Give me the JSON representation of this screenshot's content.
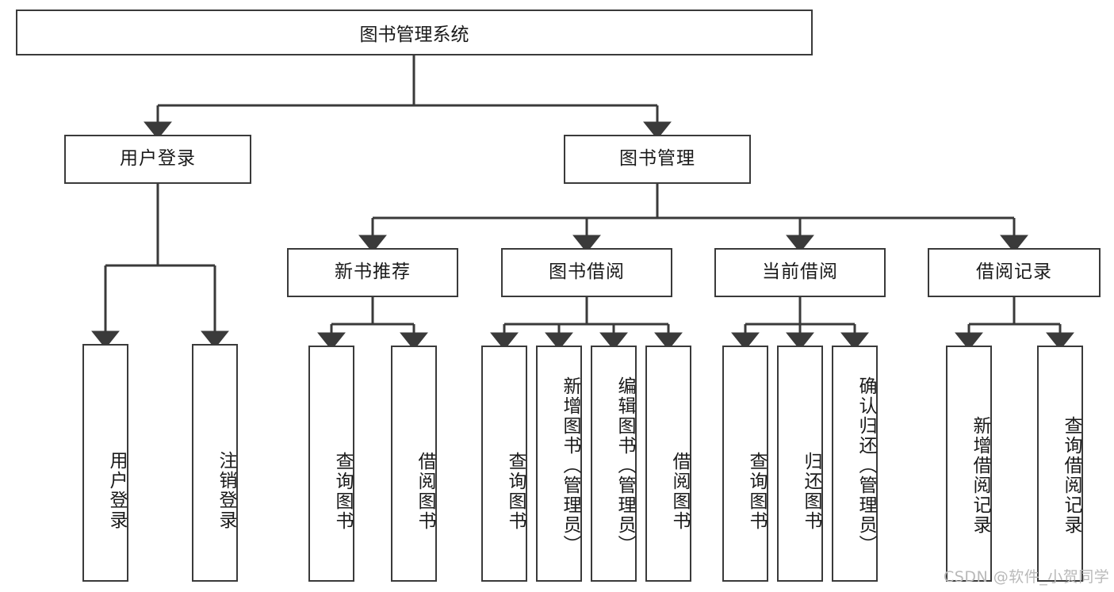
{
  "diagram": {
    "type": "tree",
    "title": "图书管理系统",
    "style": {
      "box_border_color": "#3a3a3a",
      "box_fill": "#ffffff",
      "edge_color": "#3a3a3a",
      "text_color": "#1a1a1a",
      "background": "#ffffff"
    },
    "root": {
      "label": "图书管理系统"
    },
    "level2": [
      {
        "label": "用户登录"
      },
      {
        "label": "图书管理"
      }
    ],
    "level3": [
      {
        "label": "新书推荐"
      },
      {
        "label": "图书借阅"
      },
      {
        "label": "当前借阅"
      },
      {
        "label": "借阅记录"
      }
    ],
    "leaves": {
      "user_login": [
        {
          "label": "用户登录"
        },
        {
          "label": "注销登录"
        }
      ],
      "new_book_recommend": [
        {
          "label": "查询图书"
        },
        {
          "label": "借阅图书"
        }
      ],
      "book_borrow": [
        {
          "label": "查询图书"
        },
        {
          "label": "新增图书（管理员）"
        },
        {
          "label": "编辑图书（管理员）"
        },
        {
          "label": "借阅图书"
        }
      ],
      "current_borrow": [
        {
          "label": "查询图书"
        },
        {
          "label": "归还图书"
        },
        {
          "label": "确认归还（管理员）"
        }
      ],
      "borrow_record": [
        {
          "label": "新增借阅记录"
        },
        {
          "label": "查询借阅记录"
        }
      ]
    }
  },
  "watermark": {
    "text": "CSDN @软件_小贺同学"
  }
}
